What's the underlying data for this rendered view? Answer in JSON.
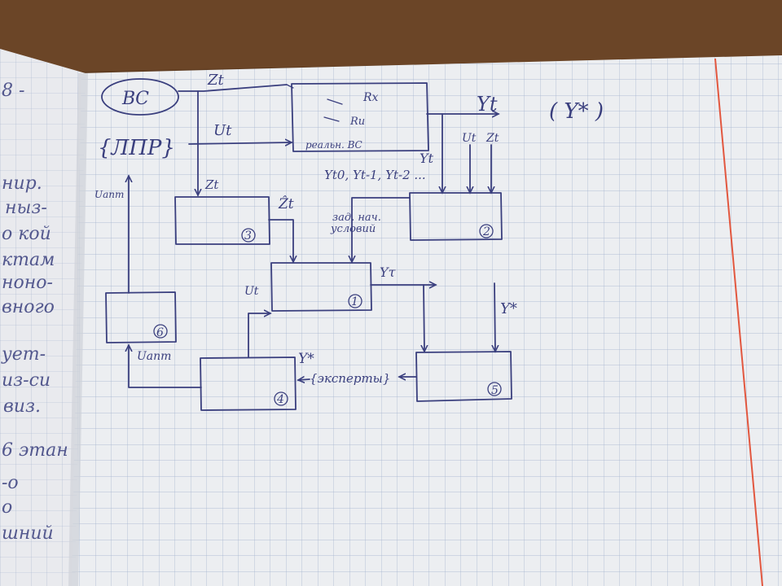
{
  "labels": {
    "vs": "ВС",
    "lpr": "{ЛПР}",
    "z_top": "Zt",
    "u_left": "Ut",
    "z_down": "Zt",
    "u_adapt_left": "Uапт",
    "u_adapt_lower": "Uапт",
    "rx": "Rx",
    "ru": "Ru",
    "real_vs": "реальн. ВС",
    "y_out": "Yt",
    "y_star_top": "( Y* )",
    "y_t_right": "Yt",
    "u_right": "Ut",
    "z_right": "Zt",
    "y_history": "Yt0, Yt-1, Yt-2 ...",
    "z_hat": "Ẑt",
    "init_cond_1": "зад. нач.",
    "init_cond_2": "условий",
    "y_tau": "Yτ",
    "u_to_1": "Ut",
    "y_star_5": "Y*",
    "y_star_4": "Y*",
    "experts": "{эксперты}"
  },
  "blocks": {
    "b1": "1",
    "b2": "2",
    "b3": "3",
    "b4": "4",
    "b5": "5",
    "b6": "6"
  },
  "left_page_scribbles": [
    "8 -",
    "нир.",
    "ныз-",
    "о кой",
    "ктам",
    "ноно-",
    "вного",
    "ует-",
    "из-си",
    "виз.",
    "6 этан",
    "-о",
    "о",
    "шний"
  ]
}
